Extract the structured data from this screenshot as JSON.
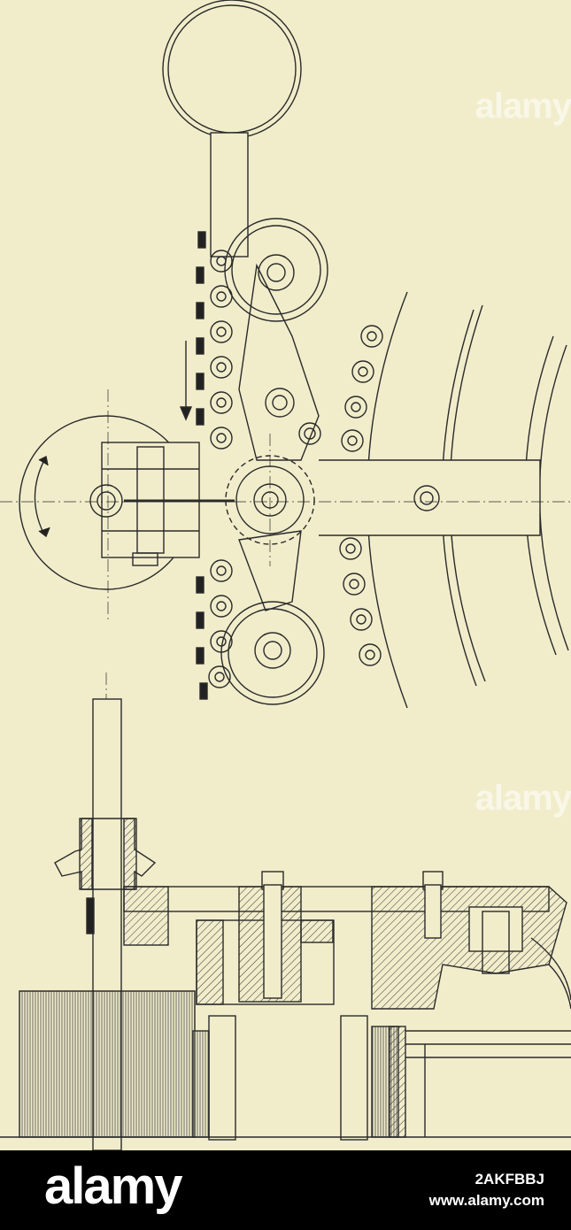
{
  "watermark": {
    "text": "alamy"
  },
  "footer": {
    "brand": "alamy",
    "image_id": "2AKFBBJ",
    "site": "www.alamy.com"
  },
  "colors": {
    "paper": "#f1edcb",
    "ink": "#2a2a2a",
    "footer_bg": "#000000"
  }
}
